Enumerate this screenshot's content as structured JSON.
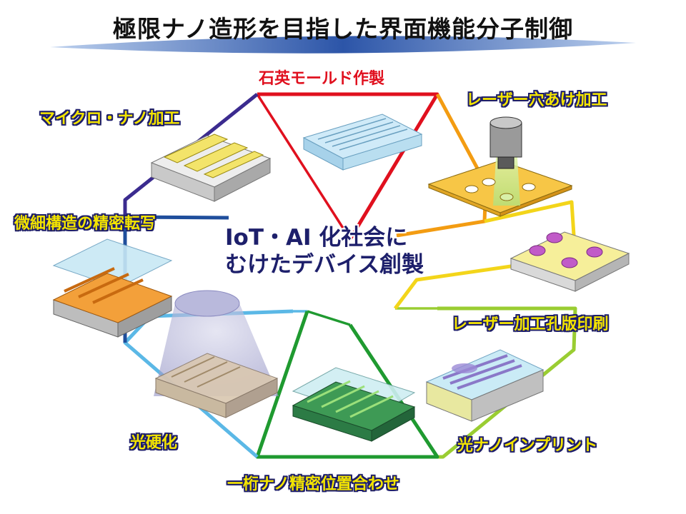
{
  "title": "極限ナノ造形を目指した界面機能分子制御",
  "center": {
    "line1": "IoT・AI 化社会に",
    "line2": "むけたデバイス創製"
  },
  "labels": {
    "quartz_mold": "石英モールド作製",
    "laser_drilling": "レーザー穴あけ加工",
    "laser_stencil": "レーザー加工孔版印刷",
    "optical_nanoimprint": "光ナノインプリント",
    "nano_alignment": "一桁ナノ精密位置合わせ",
    "photocuring": "光硬化",
    "fine_transfer": "微細構造の精密転写",
    "micro_nano": "マイクロ・ナノ加工"
  },
  "colors": {
    "red": "#e0101e",
    "orange": "#f39c12",
    "yellow": "#f3d51a",
    "yellowgreen": "#9acd32",
    "green": "#1f9a30",
    "lightblue": "#5bb8e6",
    "blue": "#1f4e9c",
    "indigo": "#3b2b8f",
    "label_yellow": "#f3e400",
    "center_text": "#1d1f6b"
  }
}
